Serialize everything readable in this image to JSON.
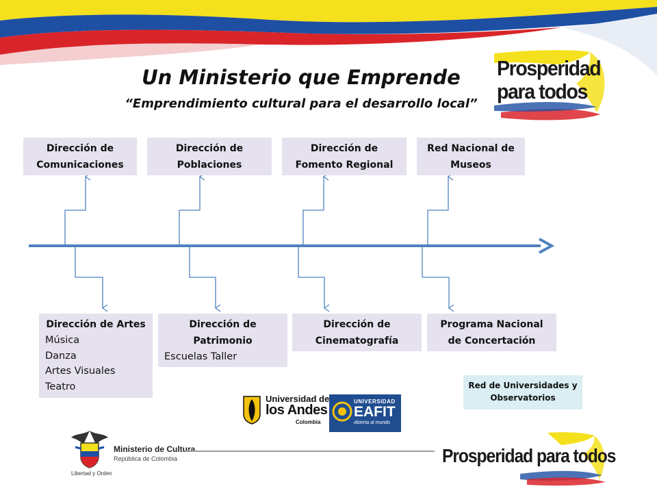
{
  "header": {
    "title": "Un Ministerio que Emprende",
    "subtitle": "“Emprendimiento cultural para el desarrollo local”"
  },
  "branding": {
    "top_line1": "Prosperidad",
    "top_line2": "para todos",
    "bottom": "Prosperidad para todos"
  },
  "top_boxes": [
    {
      "line1": "Dirección de",
      "line2": "Comunicaciones"
    },
    {
      "line1": "Dirección de",
      "line2": "Poblaciones"
    },
    {
      "line1": "Dirección de",
      "line2": "Fomento Regional"
    },
    {
      "line1": "Red Nacional de",
      "line2": "Museos"
    }
  ],
  "bottom_boxes": [
    {
      "line1": "Dirección de Artes",
      "items": [
        "Música",
        "Danza",
        "Artes Visuales",
        "Teatro"
      ]
    },
    {
      "line1": "Dirección de",
      "line2": "Patrimonio",
      "items": [
        "Escuelas Taller"
      ]
    },
    {
      "line1": "Dirección de",
      "line2": "Cinematografía"
    },
    {
      "line1": "Programa Nacional",
      "line2": "de Concertación"
    }
  ],
  "network_box": {
    "line1": "Red de Universidades y",
    "line2": "Observatorios"
  },
  "logos": {
    "andes_l1": "Universidad de",
    "andes_l2": "los Andes",
    "andes_l3": "Colombia",
    "eafit_l1": "UNIVERSIDAD",
    "eafit_l2": "EAFIT",
    "eafit_l3": "Abierta al mundo",
    "min_l1": "Ministerio de Cultura",
    "min_l2": "República de Colombia",
    "min_motto": "Libertad y Orden"
  },
  "colors": {
    "arrow": "#4f81bd",
    "box_fill": "#e6e1ee",
    "network_fill": "#daeef3",
    "flag_yellow": "#f4e01c",
    "flag_blue": "#1e4fa3",
    "flag_red": "#d9252a"
  }
}
